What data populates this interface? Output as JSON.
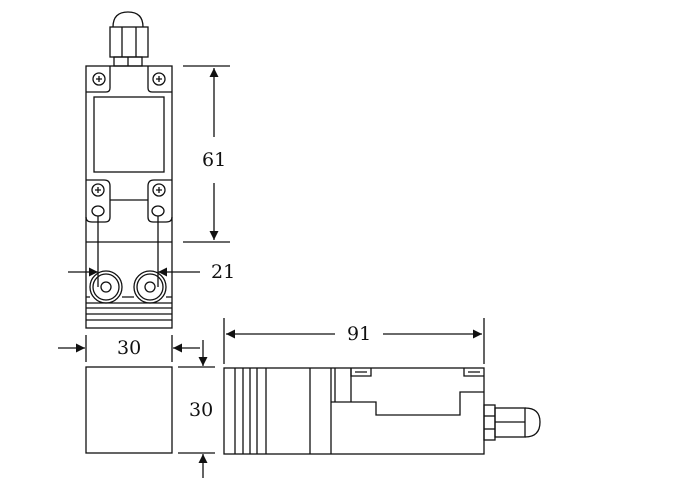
{
  "drawing": {
    "dimensions": {
      "height_front": "61",
      "hole_spacing": "21",
      "width": "30",
      "depth": "30",
      "length": "91"
    },
    "colors": {
      "line": "#111111",
      "background": "#ffffff"
    }
  }
}
